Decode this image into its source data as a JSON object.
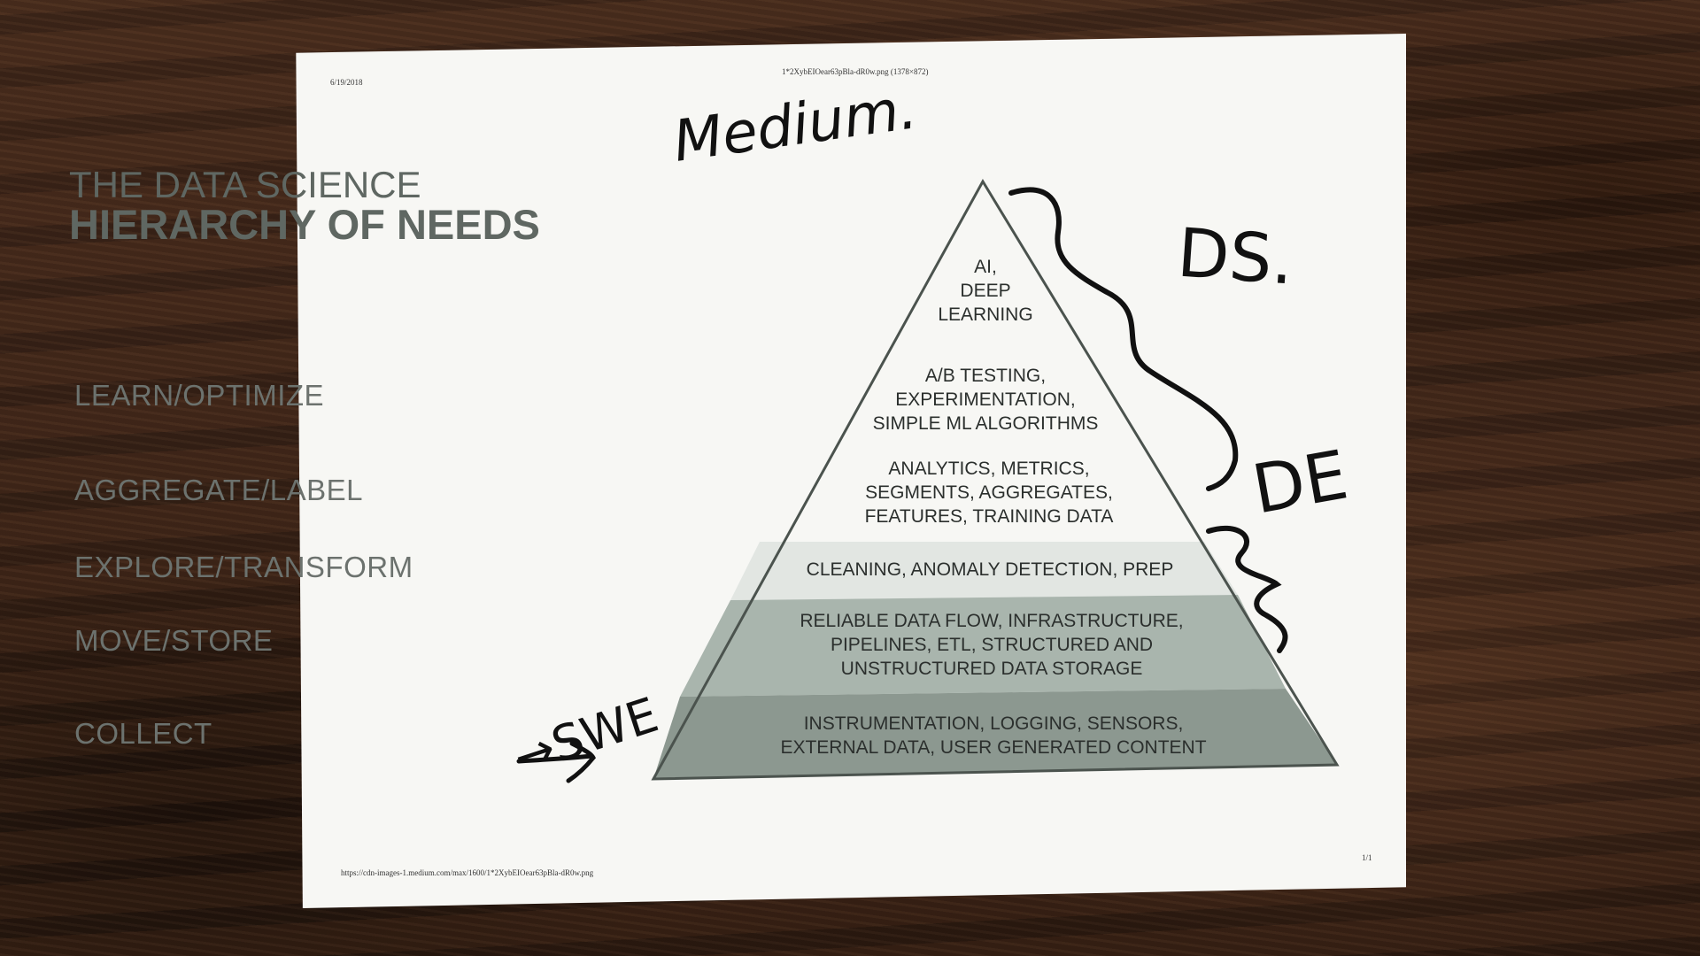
{
  "page": {
    "header_date": "6/19/2018",
    "header_file": "1*2XybEIOear63pBla-dR0w.png (1378×872)",
    "footer_url": "https://cdn-images-1.medium.com/max/1600/1*2XybEIOear63pBla-dR0w.png",
    "footer_page": "1/1"
  },
  "title": {
    "line1": "THE DATA SCIENCE",
    "line2": "HIERARCHY OF NEEDS"
  },
  "levels": [
    "LEARN/OPTIMIZE",
    "AGGREGATE/LABEL",
    "EXPLORE/TRANSFORM",
    "MOVE/STORE",
    "COLLECT"
  ],
  "pyramid": {
    "tiers": [
      {
        "lines": [
          "AI,",
          "DEEP",
          "LEARNING"
        ]
      },
      {
        "lines": [
          "A/B TESTING,",
          "EXPERIMENTATION,",
          "SIMPLE ML ALGORITHMS"
        ]
      },
      {
        "lines": [
          "ANALYTICS, METRICS,",
          "SEGMENTS, AGGREGATES,",
          "FEATURES, TRAINING DATA"
        ]
      },
      {
        "lines": [
          "CLEANING, ANOMALY DETECTION, PREP"
        ]
      },
      {
        "lines": [
          "RELIABLE DATA FLOW, INFRASTRUCTURE,",
          "PIPELINES, ETL, STRUCTURED AND",
          "UNSTRUCTURED DATA STORAGE"
        ]
      },
      {
        "lines": [
          "INSTRUMENTATION, LOGGING, SENSORS,",
          "EXTERNAL DATA, USER GENERATED CONTENT"
        ]
      }
    ],
    "colors": {
      "light": "#f7f7f4",
      "pale": "#e2e6e2",
      "mid": "#a9b5ad",
      "dark": "#8c9890",
      "outline": "#4b534e"
    }
  },
  "handwriting": {
    "top_note": "Medium.",
    "ds": "DS.",
    "de": "DE",
    "swe": "→SWE",
    "ink": "#111111"
  }
}
